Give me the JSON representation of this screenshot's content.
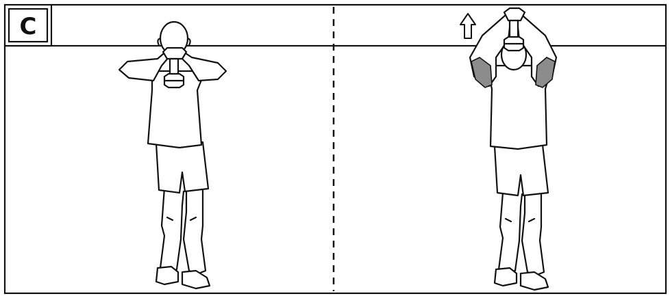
{
  "figure": {
    "step_label": "C",
    "colors": {
      "line": "#111111",
      "fill": "#ffffff",
      "muscle_highlight": "#8c8c8c"
    },
    "panels": [
      {
        "name": "start-position",
        "icons": [
          "figure-dumbbell-behind-head-icon"
        ]
      },
      {
        "name": "end-position",
        "icons": [
          "up-arrow-icon",
          "figure-arms-extended-icon"
        ]
      }
    ]
  }
}
